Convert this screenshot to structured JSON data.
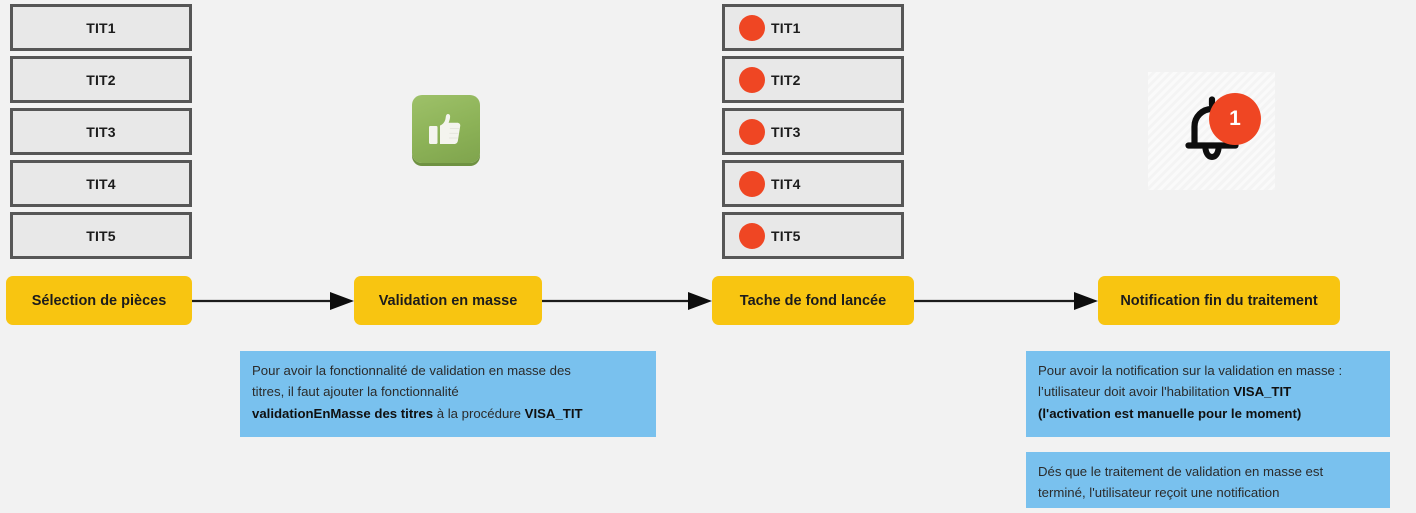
{
  "background_color": "#f2f2f2",
  "colors": {
    "process_box": "#f8c511",
    "note_box": "#79c1ee",
    "tit_box_fill": "#e8e8e8",
    "tit_box_border": "#565656",
    "status_dot": "#ef4623",
    "thumb_badge": "#8cb257",
    "bell_badge": "#ef4623"
  },
  "selection_list": {
    "items": [
      {
        "label": "TIT1"
      },
      {
        "label": "TIT2"
      },
      {
        "label": "TIT3"
      },
      {
        "label": "TIT4"
      },
      {
        "label": "TIT5"
      }
    ]
  },
  "task_list": {
    "items": [
      {
        "label": "TIT1",
        "dot": "status-dot-red"
      },
      {
        "label": "TIT2",
        "dot": "status-dot-red"
      },
      {
        "label": "TIT3",
        "dot": "status-dot-red"
      },
      {
        "label": "TIT4",
        "dot": "status-dot-red"
      },
      {
        "label": "TIT5",
        "dot": "status-dot-red"
      }
    ]
  },
  "icons": {
    "thumbs_up": "thumbs-up-icon",
    "bell": "bell-icon",
    "bell_badge_count": "1"
  },
  "process": {
    "steps": [
      {
        "label": "Sélection de pièces"
      },
      {
        "label": "Validation en masse"
      },
      {
        "label": "Tache de fond lancée"
      },
      {
        "label": "Notification fin du traitement"
      }
    ]
  },
  "notes": {
    "validation": {
      "line1": "Pour avoir la fonctionnalité de validation en masse des",
      "line2": "titres, il faut ajouter la fonctionnalité",
      "line3_bold_a": "validationEnMasse des titres",
      "line3_mid": " à la procédure ",
      "line3_bold_b": "VISA_TIT"
    },
    "notification_requirement": {
      "line1": "Pour avoir la notification sur la validation en masse :",
      "line2_plain": "l’utilisateur doit avoir l'habilitation ",
      "line2_bold": "VISA_TIT",
      "line3_bold": "(l'activation est manuelle pour le moment)"
    },
    "notification_result": {
      "line1": "Dés que le traitement de validation en masse est",
      "line2": "terminé, l'utilisateur reçoit une notification"
    }
  }
}
